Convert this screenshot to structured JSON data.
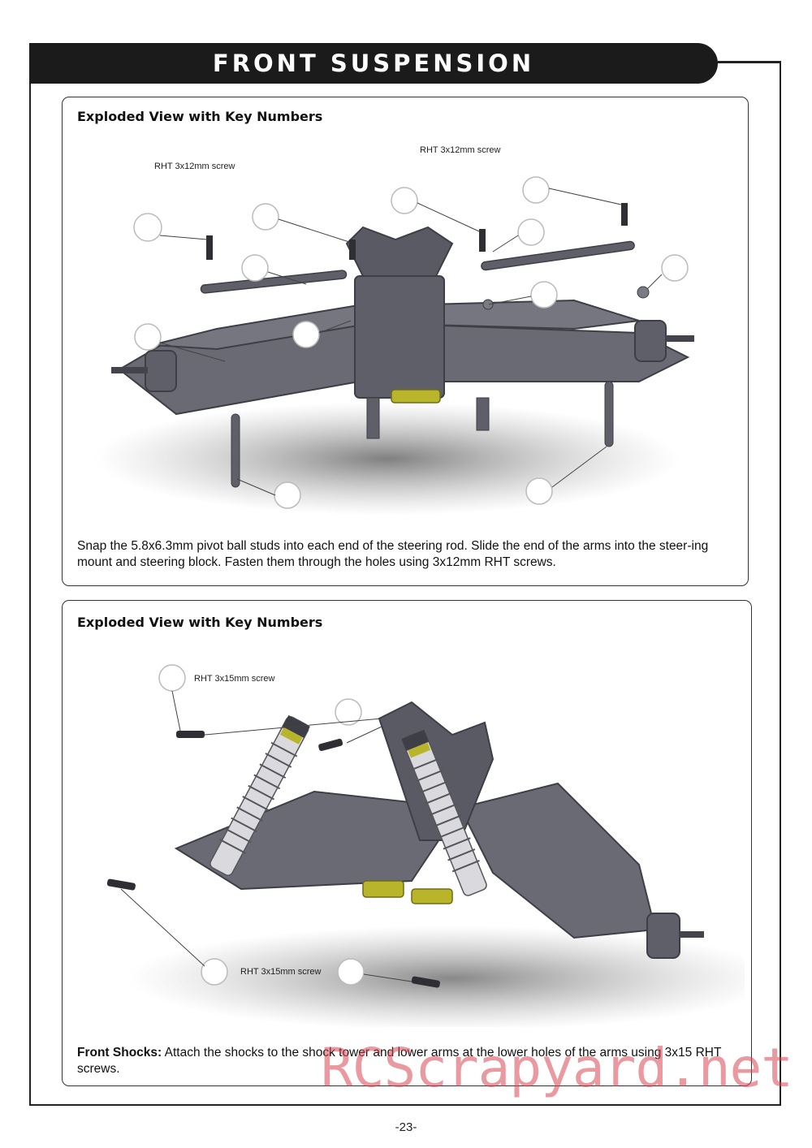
{
  "page": {
    "title": "FRONT SUSPENSION",
    "page_number": "-23-",
    "watermark": "RCScrapyard.net"
  },
  "section1": {
    "heading": "Exploded View with Key Numbers",
    "labels": [
      "RHT 3x12mm screw",
      "RHT 3x12mm screw"
    ],
    "text": "Snap the 5.8x6.3mm pivot ball studs into each end of the steering rod. Slide the end of the arms into the steer-ing mount and steering block. Fasten them through the holes using 3x12mm RHT screws."
  },
  "section2": {
    "heading": "Exploded View with Key Numbers",
    "labels": [
      "RHT 3x15mm screw",
      "RHT 3x15mm screw"
    ],
    "text_bold": "Front Shocks:",
    "text": " Attach the shocks to the shock tower and lower arms at the lower holes of the arms using 3x15 RHT screws."
  },
  "colors": {
    "title_bar": "#1b1b1b",
    "part_gray": "#5f5f6a",
    "part_dark": "#3e3e46",
    "accent_yellow": "#b8b52a",
    "watermark": "#d74650"
  }
}
